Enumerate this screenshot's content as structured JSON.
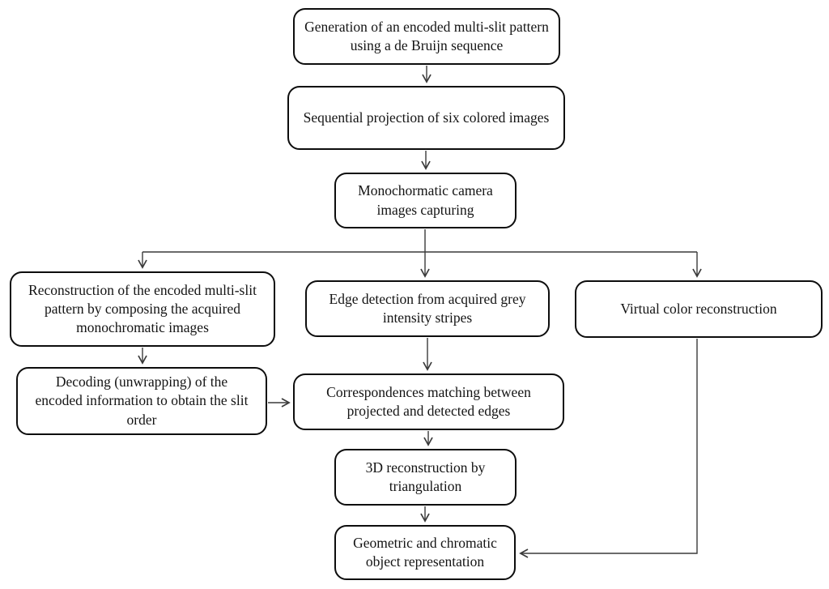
{
  "diagram": {
    "type": "flowchart",
    "nodes": {
      "generation": {
        "label": "Generation of an encoded multi-slit pattern using a de Bruijn sequence"
      },
      "projection": {
        "label": "Sequential projection of six colored images"
      },
      "capture": {
        "label": "Monochormatic camera images capturing"
      },
      "reconstruction": {
        "label": "Reconstruction of the encoded multi-slit pattern by composing the acquired monochromatic images"
      },
      "edge_detection": {
        "label": "Edge detection from acquired grey intensity stripes"
      },
      "virtual_color": {
        "label": "Virtual color reconstruction"
      },
      "decoding": {
        "label": "Decoding (unwrapping) of the encoded information to obtain the slit order"
      },
      "correspondences": {
        "label": "Correspondences matching between projected  and detected edges"
      },
      "triangulation": {
        "label": "3D reconstruction by triangulation"
      },
      "representation": {
        "label": "Geometric and chromatic object representation"
      }
    },
    "edges": [
      {
        "from": "generation",
        "to": "projection"
      },
      {
        "from": "projection",
        "to": "capture"
      },
      {
        "from": "capture",
        "to": "reconstruction"
      },
      {
        "from": "capture",
        "to": "edge_detection"
      },
      {
        "from": "capture",
        "to": "virtual_color"
      },
      {
        "from": "reconstruction",
        "to": "decoding"
      },
      {
        "from": "decoding",
        "to": "correspondences"
      },
      {
        "from": "edge_detection",
        "to": "correspondences"
      },
      {
        "from": "correspondences",
        "to": "triangulation"
      },
      {
        "from": "triangulation",
        "to": "representation"
      },
      {
        "from": "virtual_color",
        "to": "representation"
      }
    ],
    "colors": {
      "background": "#ffffff",
      "box_border": "#0d0d0d",
      "text": "#141414",
      "connector": "#3a3a3a"
    }
  }
}
